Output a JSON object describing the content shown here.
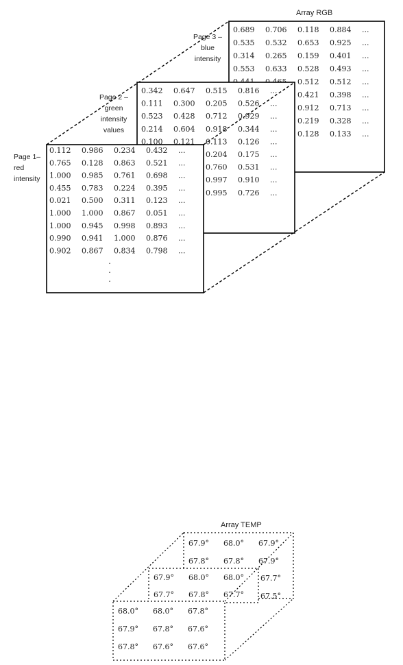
{
  "rgb": {
    "title": "Array RGB",
    "page3": {
      "label": [
        "Page 3 –",
        "blue",
        "intensity"
      ],
      "rows": [
        [
          "0.689",
          "0.706",
          "0.118",
          "0.884",
          "..."
        ],
        [
          "0.535",
          "0.532",
          "0.653",
          "0.925",
          "..."
        ],
        [
          "0.314",
          "0.265",
          "0.159",
          "0.401",
          "..."
        ],
        [
          "0.553",
          "0.633",
          "0.528",
          "0.493",
          "..."
        ],
        [
          "0.441",
          "0.465",
          "0.512",
          "0.512",
          "..."
        ],
        [
          "",
          "",
          "0.421",
          "0.398",
          "..."
        ],
        [
          "",
          "",
          "0.912",
          "0.713",
          "..."
        ],
        [
          "",
          "",
          "0.219",
          "0.328",
          "..."
        ],
        [
          "",
          "",
          "0.128",
          "0.133",
          "..."
        ]
      ]
    },
    "page2": {
      "label": [
        "Page 2 –",
        "green",
        "intensity",
        "values"
      ],
      "rows": [
        [
          "0.342",
          "0.647",
          "0.515",
          "0.816",
          "..."
        ],
        [
          "0.111",
          "0.300",
          "0.205",
          "0.526",
          "..."
        ],
        [
          "0.523",
          "0.428",
          "0.712",
          "0.929",
          "..."
        ],
        [
          "0.214",
          "0.604",
          "0.918",
          "0.344",
          "..."
        ],
        [
          "0.100",
          "0.121",
          "0.113",
          "0.126",
          "..."
        ],
        [
          "",
          "",
          "0.204",
          "0.175",
          "..."
        ],
        [
          "",
          "",
          "0.760",
          "0.531",
          "..."
        ],
        [
          "",
          "",
          "0.997",
          "0.910",
          "..."
        ],
        [
          "",
          "",
          "0.995",
          "0.726",
          "..."
        ]
      ]
    },
    "page1": {
      "label": [
        "Page 1–",
        "red",
        "intensity"
      ],
      "rows": [
        [
          "0.112",
          "0.986",
          "0.234",
          "0.432",
          "..."
        ],
        [
          "0.765",
          "0.128",
          "0.863",
          "0.521",
          "..."
        ],
        [
          "1.000",
          "0.985",
          "0.761",
          "0.698",
          "..."
        ],
        [
          "0.455",
          "0.783",
          "0.224",
          "0.395",
          "..."
        ],
        [
          "0.021",
          "0.500",
          "0.311",
          "0.123",
          "..."
        ],
        [
          "1.000",
          "1.000",
          "0.867",
          "0.051",
          "..."
        ],
        [
          "1.000",
          "0.945",
          "0.998",
          "0.893",
          "..."
        ],
        [
          "0.990",
          "0.941",
          "1.000",
          "0.876",
          "..."
        ],
        [
          "0.902",
          "0.867",
          "0.834",
          "0.798",
          "..."
        ]
      ],
      "vertical_ellipsis": "."
    }
  },
  "temp": {
    "title": "Array TEMP",
    "back": [
      [
        "67.9°",
        "68.0°",
        "67.9°"
      ],
      [
        "67.8°",
        "67.8°",
        "67.9°"
      ]
    ],
    "back_right": [
      "67.7°",
      "67.5°"
    ],
    "middle": [
      [
        "67.9°",
        "68.0°",
        "68.0°"
      ],
      [
        "67.7°",
        "67.8°",
        "67.7°"
      ]
    ],
    "front": [
      [
        "68.0°",
        "68.0°",
        "67.8°"
      ],
      [
        "67.9°",
        "67.8°",
        "67.6°"
      ],
      [
        "67.8°",
        "67.6°",
        "67.6°"
      ]
    ]
  }
}
